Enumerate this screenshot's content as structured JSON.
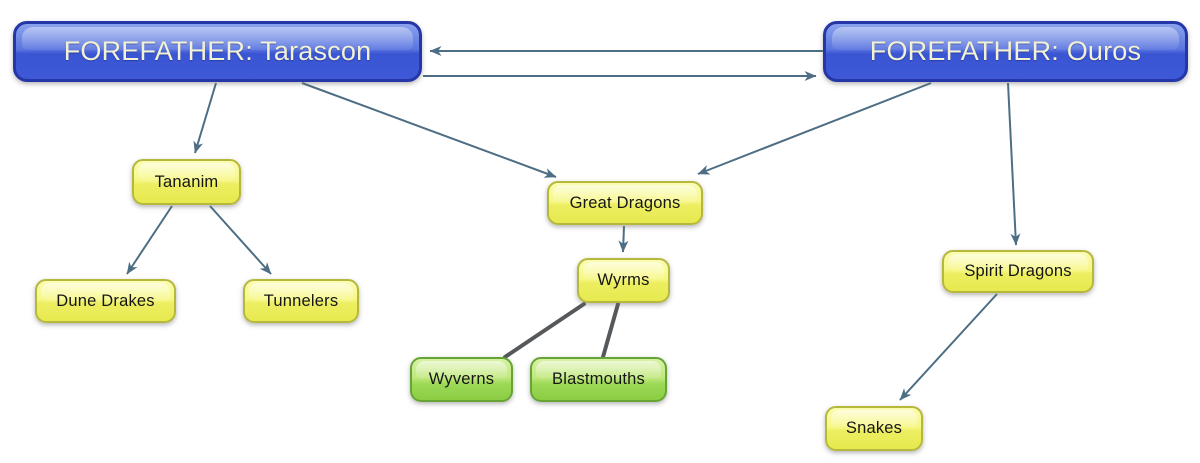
{
  "nodes": [
    {
      "id": "tarascon",
      "label": "FOREFATHER: Tarascon",
      "kind": "forefather"
    },
    {
      "id": "ouros",
      "label": "FOREFATHER: Ouros",
      "kind": "forefather"
    },
    {
      "id": "tananim",
      "label": "Tananim",
      "kind": "branch"
    },
    {
      "id": "great-dragons",
      "label": "Great Dragons",
      "kind": "branch"
    },
    {
      "id": "spirit-dragons",
      "label": "Spirit Dragons",
      "kind": "branch"
    },
    {
      "id": "dune-drakes",
      "label": "Dune Drakes",
      "kind": "branch"
    },
    {
      "id": "tunnelers",
      "label": "Tunnelers",
      "kind": "branch"
    },
    {
      "id": "wyrms",
      "label": "Wyrms",
      "kind": "branch"
    },
    {
      "id": "wyverns",
      "label": "Wyverns",
      "kind": "leaf"
    },
    {
      "id": "blastmouths",
      "label": "Blastmouths",
      "kind": "leaf"
    },
    {
      "id": "snakes",
      "label": "Snakes",
      "kind": "branch"
    }
  ],
  "edges": [
    {
      "from": "ouros",
      "to": "tarascon",
      "type": "arrow"
    },
    {
      "from": "tarascon",
      "to": "ouros",
      "type": "arrow"
    },
    {
      "from": "tarascon",
      "to": "tananim",
      "type": "arrow"
    },
    {
      "from": "tarascon",
      "to": "great-dragons",
      "type": "arrow"
    },
    {
      "from": "ouros",
      "to": "great-dragons",
      "type": "arrow"
    },
    {
      "from": "ouros",
      "to": "spirit-dragons",
      "type": "arrow"
    },
    {
      "from": "tananim",
      "to": "dune-drakes",
      "type": "arrow"
    },
    {
      "from": "tananim",
      "to": "tunnelers",
      "type": "arrow"
    },
    {
      "from": "great-dragons",
      "to": "wyrms",
      "type": "arrow"
    },
    {
      "from": "spirit-dragons",
      "to": "snakes",
      "type": "arrow"
    },
    {
      "from": "wyrms",
      "to": "wyverns",
      "type": "plain-line"
    },
    {
      "from": "wyrms",
      "to": "blastmouths",
      "type": "plain-line"
    }
  ],
  "colors": {
    "background": "#ffffff",
    "arrow": "#4d6e84",
    "plain_line": "#56595c",
    "forefather_fill_top": "#8ba3ec",
    "forefather_fill_bottom": "#3e59d8",
    "forefather_border": "#2537a6",
    "forefather_text": "#f2f1d3",
    "branch_fill_top": "#fbfcb2",
    "branch_fill_bottom": "#e7e94f",
    "branch_border": "#b5b83b",
    "leaf_fill_top": "#d8f2a4",
    "leaf_fill_bottom": "#8ccd43",
    "leaf_border": "#67a437",
    "node_text": "#161616"
  }
}
